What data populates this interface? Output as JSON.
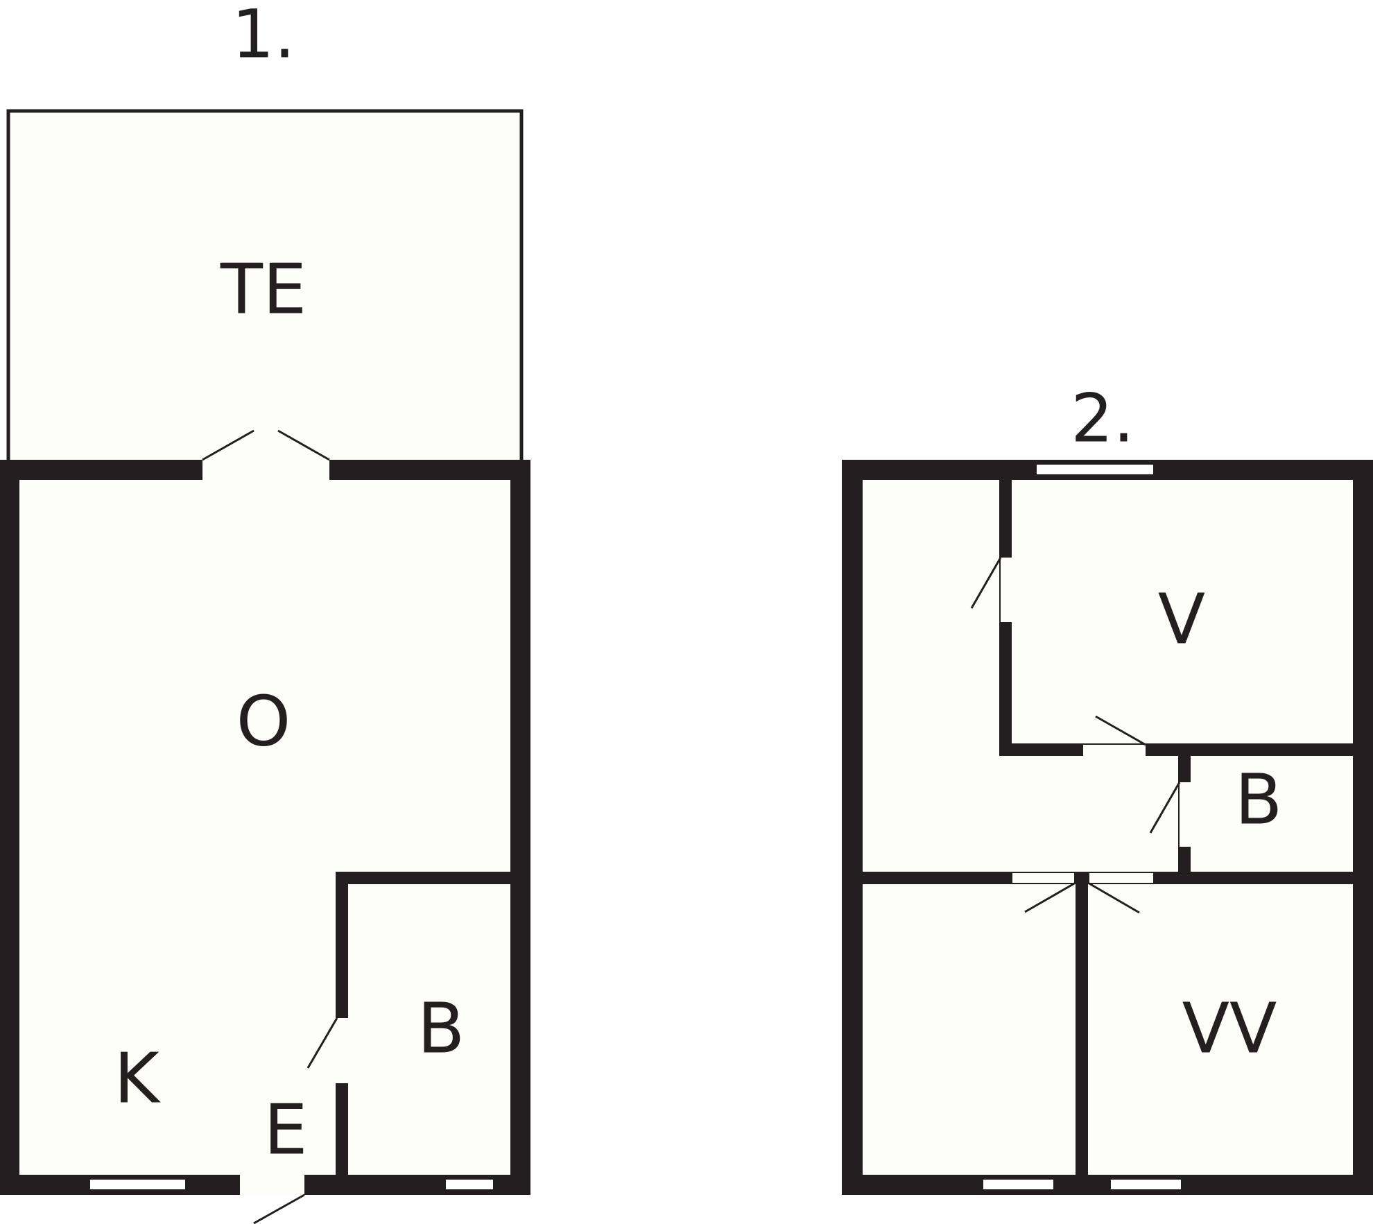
{
  "floors": [
    {
      "label": "1.",
      "rooms": [
        {
          "id": "terrace",
          "label": "TE"
        },
        {
          "id": "living",
          "label": "O"
        },
        {
          "id": "kitchen",
          "label": "K"
        },
        {
          "id": "entry",
          "label": "E"
        },
        {
          "id": "bathroom",
          "label": "B"
        }
      ]
    },
    {
      "label": "2.",
      "rooms": [
        {
          "id": "bedroom",
          "label": "V"
        },
        {
          "id": "bathroom",
          "label": "B"
        },
        {
          "id": "large-bedroom",
          "label": "VV"
        }
      ]
    }
  ],
  "colors": {
    "wall": "#231f20",
    "floor_fill": "#fdfdf9",
    "window": "#ffffff"
  }
}
